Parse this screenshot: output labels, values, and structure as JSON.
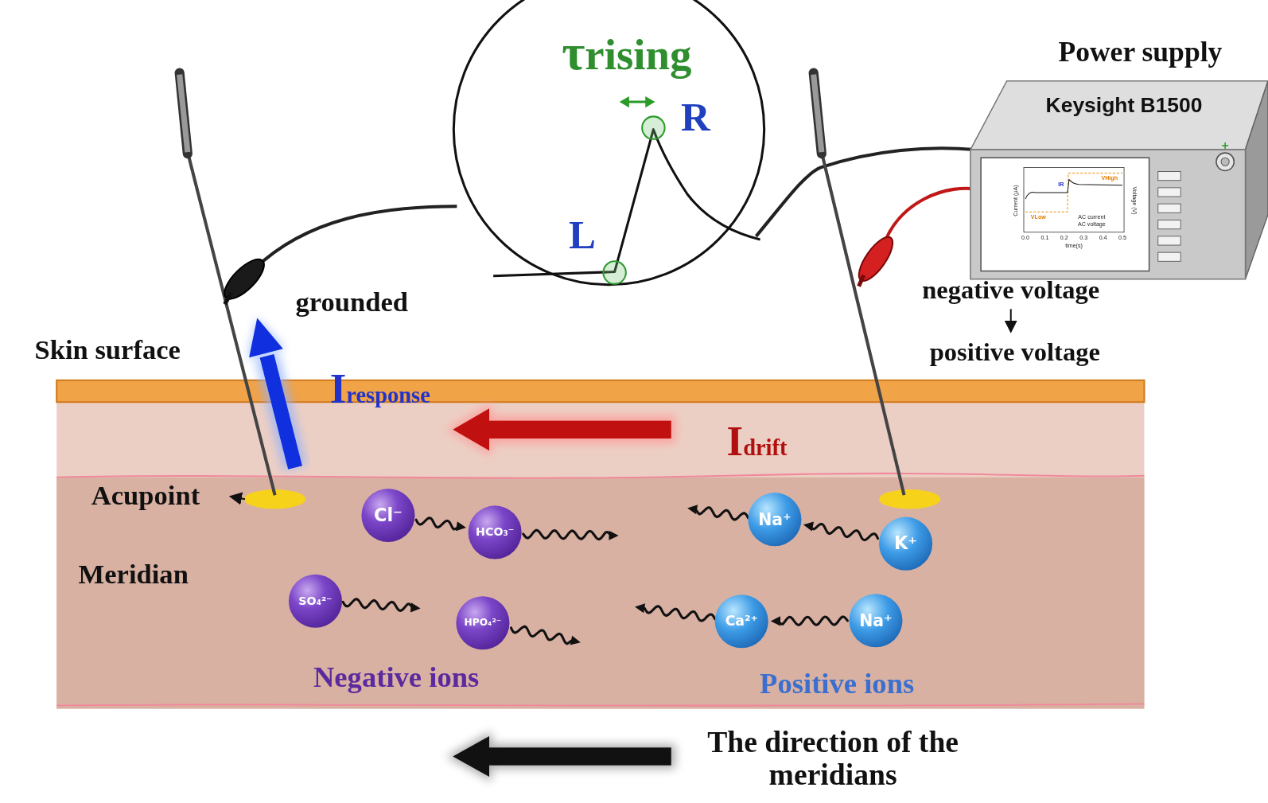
{
  "diagram": {
    "nodes": [
      {
        "text": [
          "τrising",
          "L",
          "R"
        ]
      },
      {
        "text": [
          "Power supply",
          "Keysight B1500"
        ]
      },
      {
        "text": [
          "Cl⁻"
        ]
      },
      {
        "text": [
          "HCO₃⁻"
        ]
      },
      {
        "text": [
          "Na⁺"
        ]
      },
      {
        "text": [
          "K⁺"
        ]
      },
      {
        "text": [
          "SO₄²⁻"
        ]
      },
      {
        "text": [
          "HPO₄²⁻"
        ]
      },
      {
        "text": [
          "Ca²⁺"
        ]
      },
      {
        "text": [
          "Na⁺"
        ]
      }
    ],
    "edges": [
      {
        "from": 2,
        "to": 3,
        "arrow": "to"
      },
      {
        "from": 5,
        "to": 4,
        "arrow": "to"
      },
      {
        "from": 9,
        "to": 8,
        "arrow": "to"
      }
    ],
    "labels": [
      "grounded",
      "Skin surface",
      "Iresponse",
      "Idrift",
      "Acupoint",
      "Meridian",
      "Negative ions",
      "Positive ions",
      "The direction of the meridians",
      "negative voltage",
      "positive voltage",
      "Current (μA)",
      "Voltage (V)",
      "time(s)",
      "AC current",
      "AC voltage",
      "VHigh",
      "VLow",
      "IR",
      "0.0",
      "0.1",
      "0.2",
      "0.3",
      "0.4",
      "0.5"
    ]
  }
}
